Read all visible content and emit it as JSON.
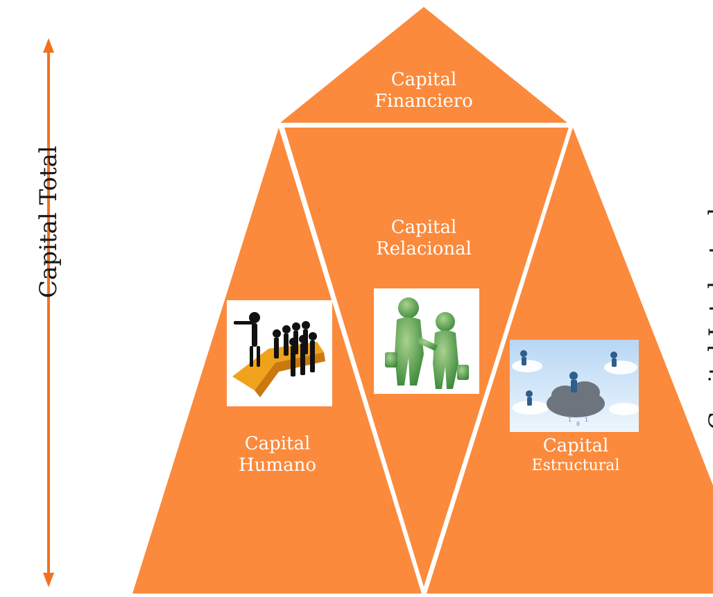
{
  "diagram": {
    "side_labels": {
      "left": "Capital Total",
      "right": "Capital Intelectual"
    },
    "segments": {
      "financiero": {
        "line1": "Capital",
        "line2": "Financiero"
      },
      "relacional": {
        "line1": "Capital",
        "line2": "Relacional"
      },
      "humano": {
        "line1": "Capital",
        "line2": "Humano"
      },
      "estructural": {
        "line1": "Capital",
        "line2": "Estructural"
      }
    },
    "colors": {
      "segment_fill": "#fb8a3c",
      "divider": "#ffffff",
      "arrow": "#f2711f",
      "text": "#ffffff"
    },
    "icons": {
      "humano": "leader-pointing-team-icon",
      "relacional": "handshake-icon",
      "estructural": "cloud-network-icon"
    }
  }
}
